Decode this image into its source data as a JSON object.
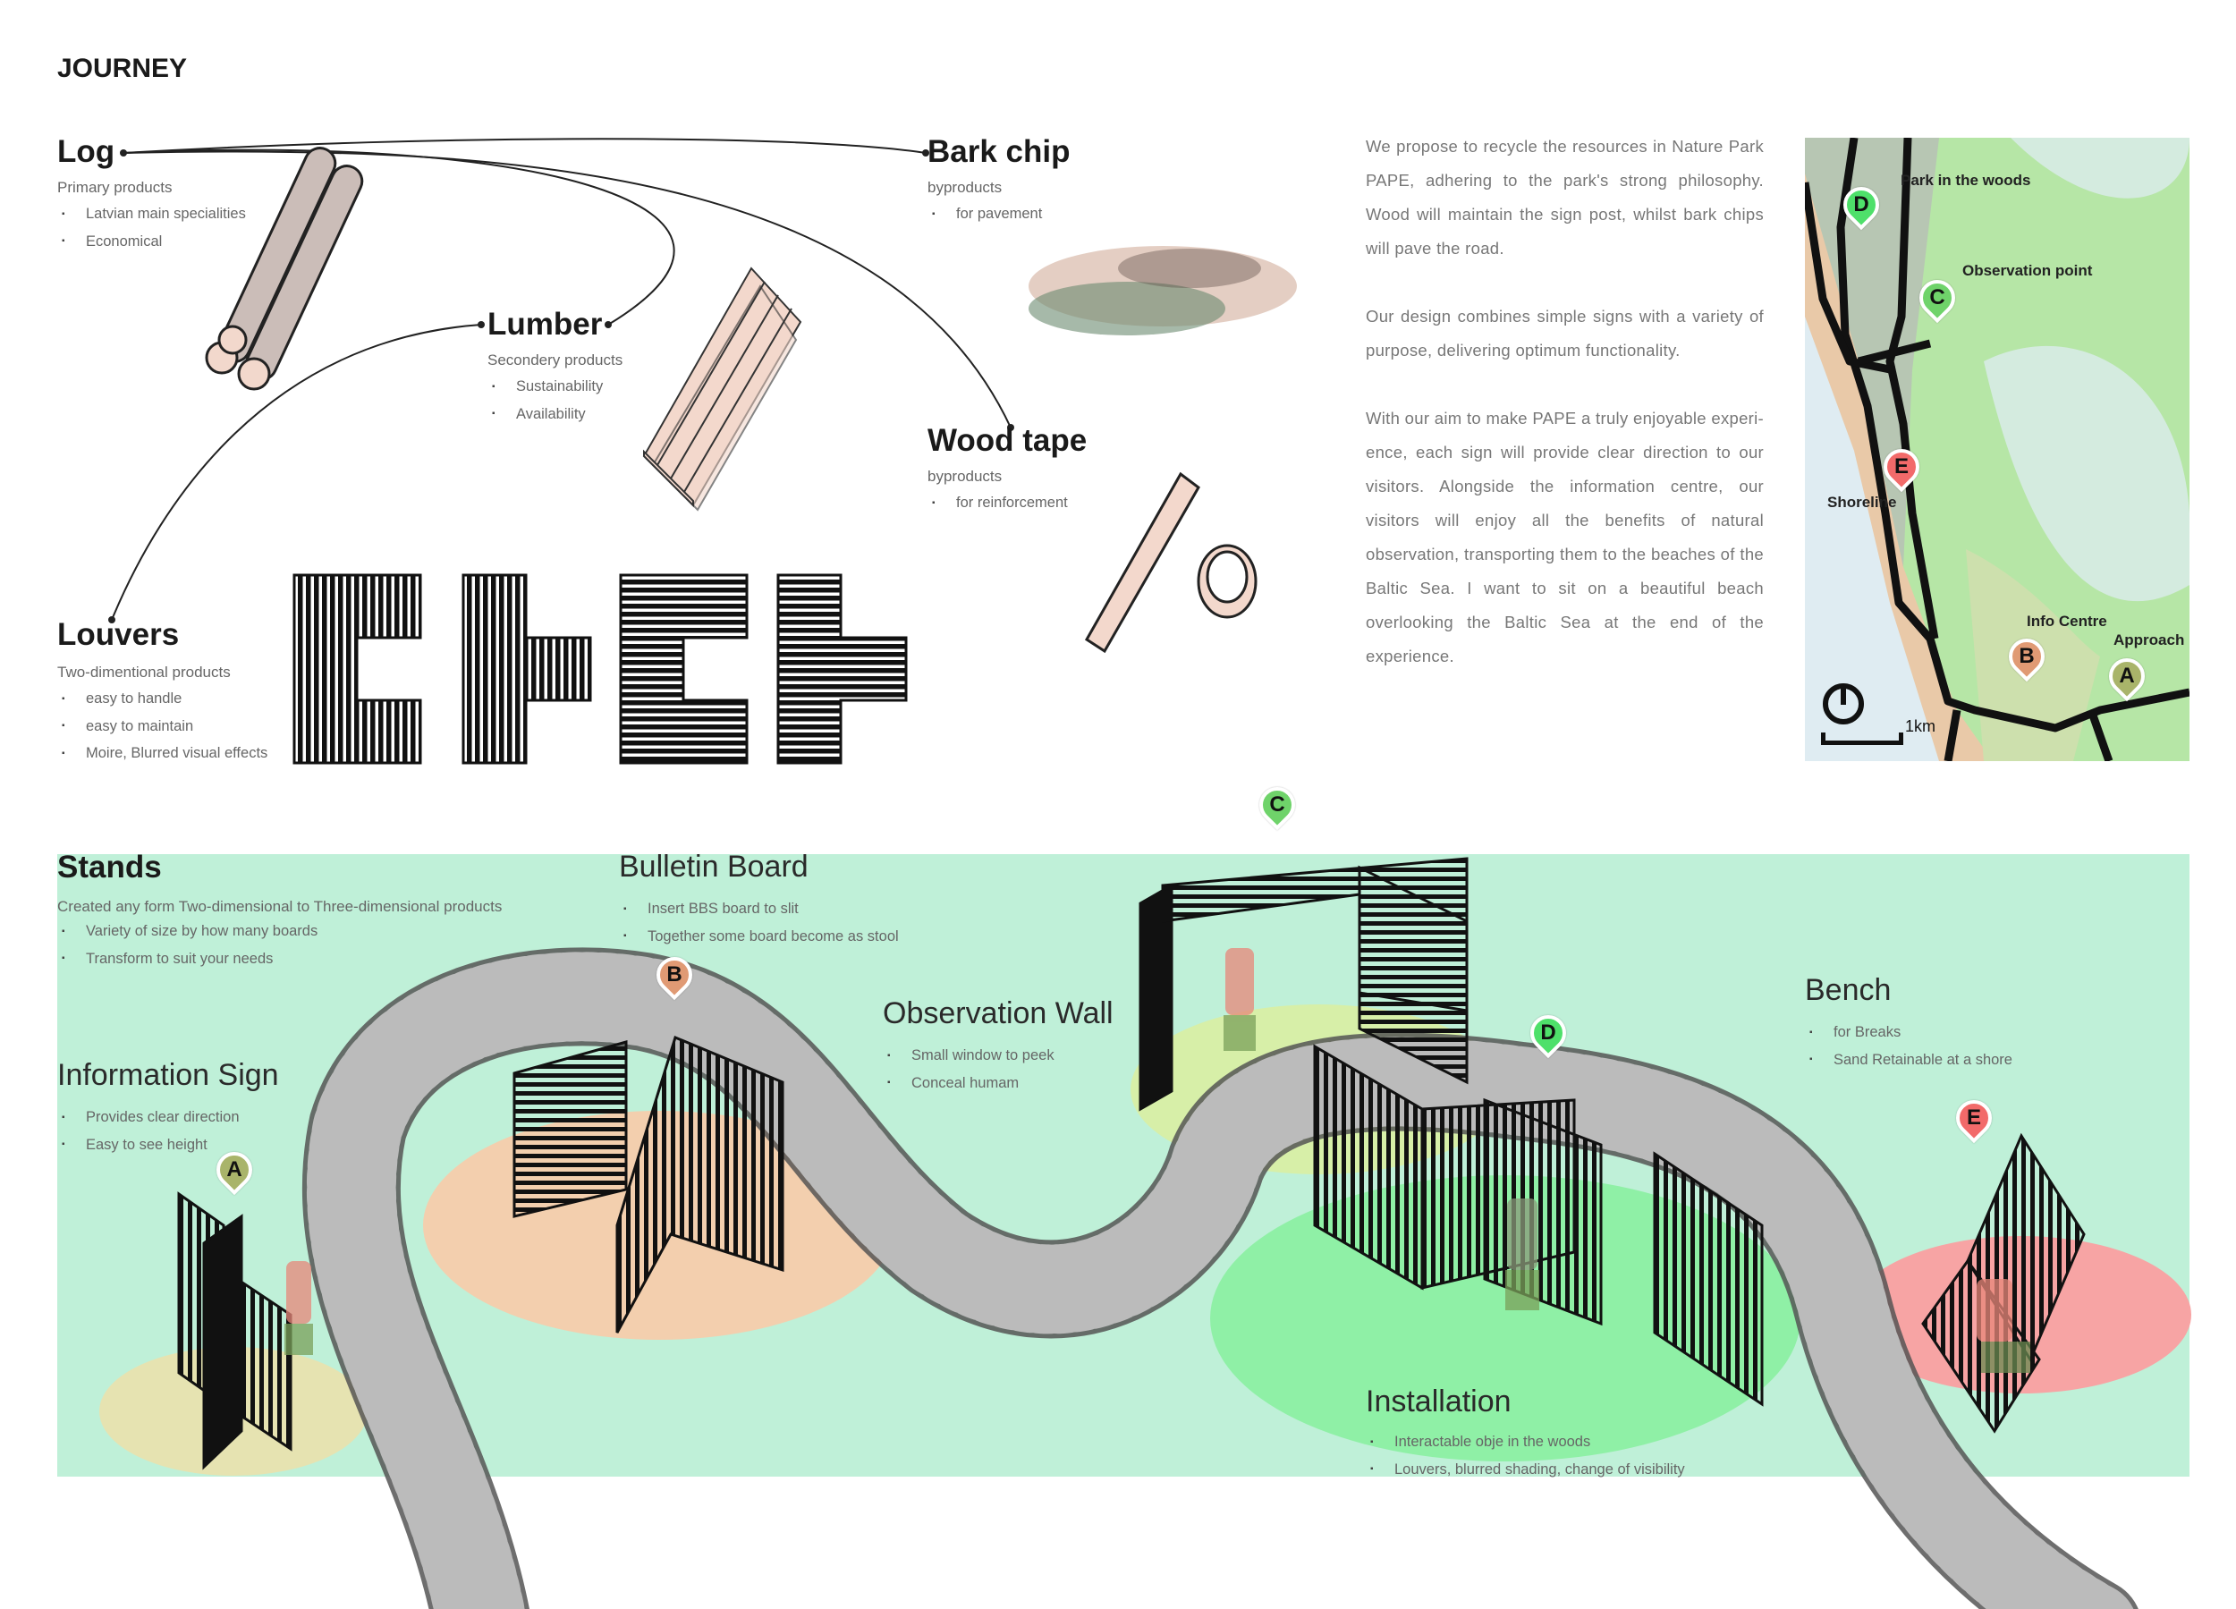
{
  "title": "JOURNEY",
  "colors": {
    "band": "#bff0d8",
    "marker_a": "#a9b46a",
    "marker_b": "#e09a74",
    "marker_c": "#6fd36a",
    "marker_d": "#4ee06a",
    "marker_e": "#f26a6a"
  },
  "products": {
    "log": {
      "title": "Log",
      "sub": "Primary products",
      "bullets": [
        "Latvian main specialities",
        "Economical"
      ]
    },
    "bark": {
      "title": "Bark chip",
      "sub": "byproducts",
      "bullets": [
        "for pavement"
      ]
    },
    "lumber": {
      "title": "Lumber",
      "sub": "Secondery products",
      "bullets": [
        "Sustainability",
        "Availability"
      ]
    },
    "tape": {
      "title": "Wood tape",
      "sub": "byproducts",
      "bullets": [
        "for reinforcement"
      ]
    },
    "louvers": {
      "title": "Louvers",
      "sub": "Two-dimentional products",
      "bullets": [
        "easy to handle",
        "easy to maintain",
        "Moire, Blurred visual effects"
      ]
    }
  },
  "description": [
    "We propose to recycle the resources in Nature Park PAPE, adhering to the park's strong philosophy. Wood will maintain the sign post, whilst bark chips will pave the road.",
    "Our design combines simple signs with a variety of purpose, delivering optimum functionality.",
    "With our aim to make PAPE a truly enjoyable experi-ence, each sign will provide clear direction to our visitors. Alongside the information centre, our visitors will enjoy all the benefits of natural observation, transporting them to the beaches of the Baltic Sea. I want to sit on a beautiful beach overlooking the Baltic Sea at the end of the experience."
  ],
  "map": {
    "labels": {
      "d": "Park in the woods",
      "c": "Observation point",
      "e": "Shoreline",
      "b": "Info Centre",
      "a": "Approach"
    },
    "scale": "1km"
  },
  "markers": {
    "a": "A",
    "b": "B",
    "c": "C",
    "d": "D",
    "e": "E"
  },
  "stands": {
    "stands": {
      "title": "Stands",
      "sub": "Created any form Two-dimensional to Three-dimensional products",
      "bullets": [
        "Variety of size by how many boards",
        "Transform to suit your needs"
      ]
    },
    "bulletin": {
      "title": "Bulletin Board",
      "bullets": [
        "Insert BBS board to slit",
        "Together some board become as stool"
      ]
    },
    "observation": {
      "title": "Observation Wall",
      "bullets": [
        "Small window to peek",
        "Conceal humam"
      ]
    },
    "info": {
      "title": "Information Sign",
      "bullets": [
        "Provides clear direction",
        "Easy to see height"
      ]
    },
    "bench": {
      "title": "Bench",
      "bullets": [
        "for Breaks",
        "Sand Retainable at a shore"
      ]
    },
    "installation": {
      "title": "Installation",
      "bullets": [
        "Interactable obje in the woods",
        "Louvers, blurred shading, change of visibility"
      ]
    }
  }
}
